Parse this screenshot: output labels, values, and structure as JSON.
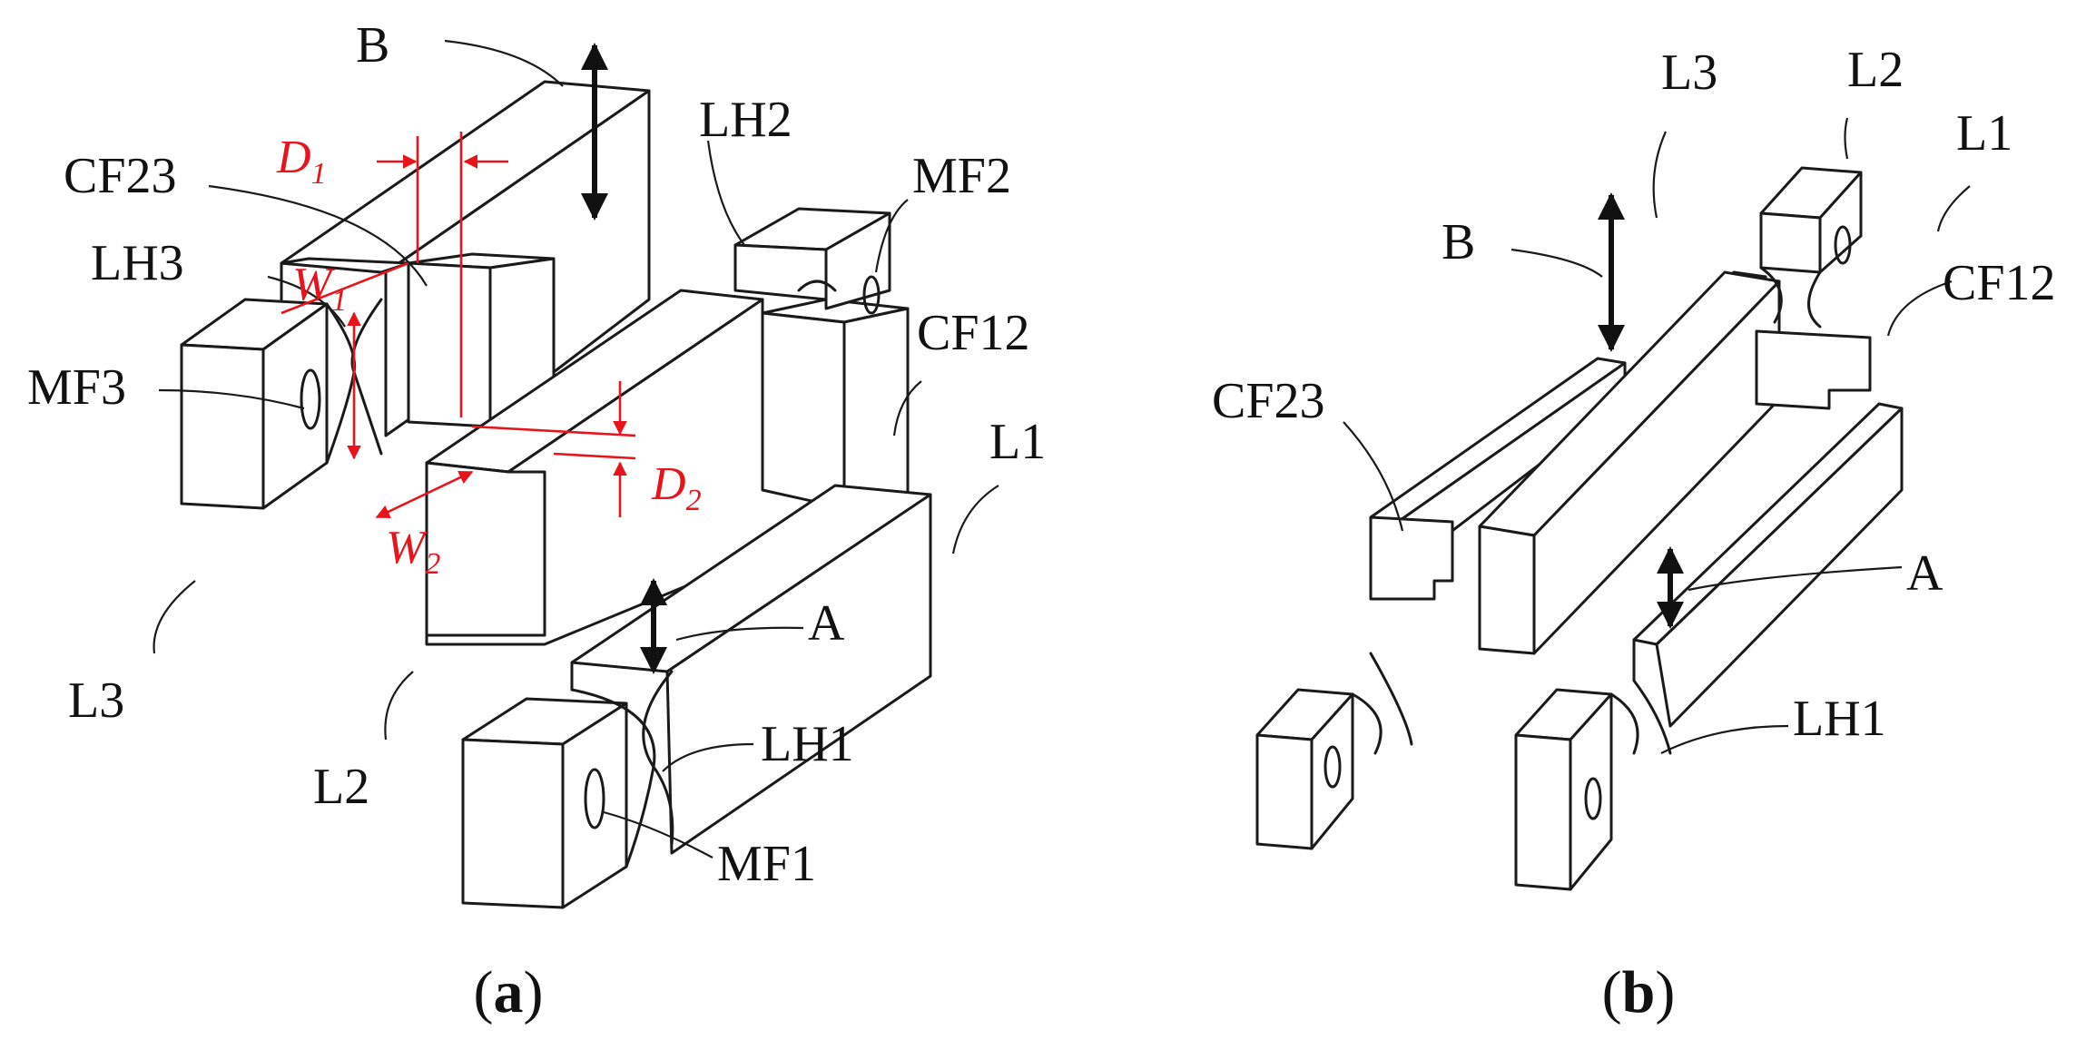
{
  "panel_a": {
    "labels": {
      "B": "B",
      "CF23": "CF23",
      "LH2": "LH2",
      "MF2": "MF2",
      "LH3": "LH3",
      "MF3": "MF3",
      "CF12": "CF12",
      "L1": "L1",
      "A": "A",
      "L3": "L3",
      "L2": "L2",
      "LH1": "LH1",
      "MF1": "MF1"
    },
    "dimensions": {
      "D1": {
        "base": "D",
        "sub": "1"
      },
      "W1": {
        "base": "W",
        "sub": "1"
      },
      "D2": {
        "base": "D",
        "sub": "2"
      },
      "W2": {
        "base": "W",
        "sub": "2"
      }
    },
    "caption": {
      "open": "(",
      "letter": "a",
      "close": ")"
    }
  },
  "panel_b": {
    "labels": {
      "L3": "L3",
      "L2": "L2",
      "L1": "L1",
      "B": "B",
      "CF12": "CF12",
      "CF23": "CF23",
      "A": "A",
      "LH1": "LH1"
    },
    "caption": {
      "open": "(",
      "letter": "b",
      "close": ")"
    }
  },
  "colors": {
    "line": "#1a1a1a",
    "dimension": "#e8141b",
    "background": "#ffffff"
  }
}
